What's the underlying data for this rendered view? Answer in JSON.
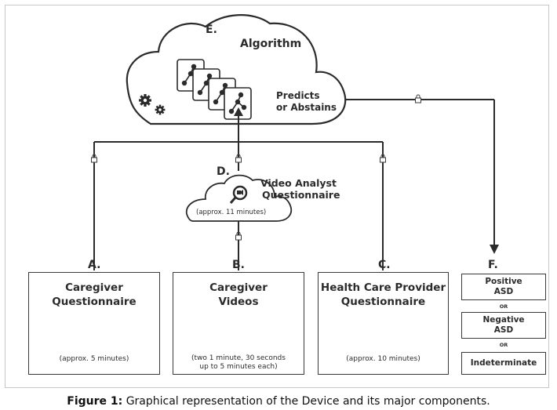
{
  "algorithm": {
    "letter": "E.",
    "title": "Algorithm",
    "output_line1": "Predicts",
    "output_line2": "or Abstains"
  },
  "video_analyst": {
    "letter": "D.",
    "line1": "Video Analyst",
    "line2": "Questionnaire",
    "duration": "(approx. 11 minutes)"
  },
  "inputs": [
    {
      "letter": "A.",
      "title_line1": "Caregiver",
      "title_line2": "Questionnaire",
      "duration_line1": "(approx. 5 minutes)",
      "duration_line2": ""
    },
    {
      "letter": "B.",
      "title_line1": "Caregiver",
      "title_line2": "Videos",
      "duration_line1": "(two 1 minute, 30 seconds",
      "duration_line2": "up to 5 minutes each)"
    },
    {
      "letter": "C.",
      "title_line1": "Health Care Provider",
      "title_line2": "Questionnaire",
      "duration_line1": "(approx. 10 minutes)",
      "duration_line2": ""
    }
  ],
  "outputs": {
    "letter": "F.",
    "positive_line1": "Positive",
    "positive_line2": "ASD",
    "or1": "OR",
    "negative_line1": "Negative",
    "negative_line2": "ASD",
    "or2": "OR",
    "indeterminate": "Indeterminate"
  },
  "caption": {
    "label": "Figure 1:",
    "text": " Graphical representation of the Device and its major components."
  },
  "icons": [
    "network-graph-icon",
    "gear-icon",
    "lock-icon",
    "magnifier-video-icon",
    "parent-child-icon",
    "tablet-form-icon",
    "phone-video-icon",
    "stethoscope-icon",
    "clipboard-checklist-icon"
  ]
}
